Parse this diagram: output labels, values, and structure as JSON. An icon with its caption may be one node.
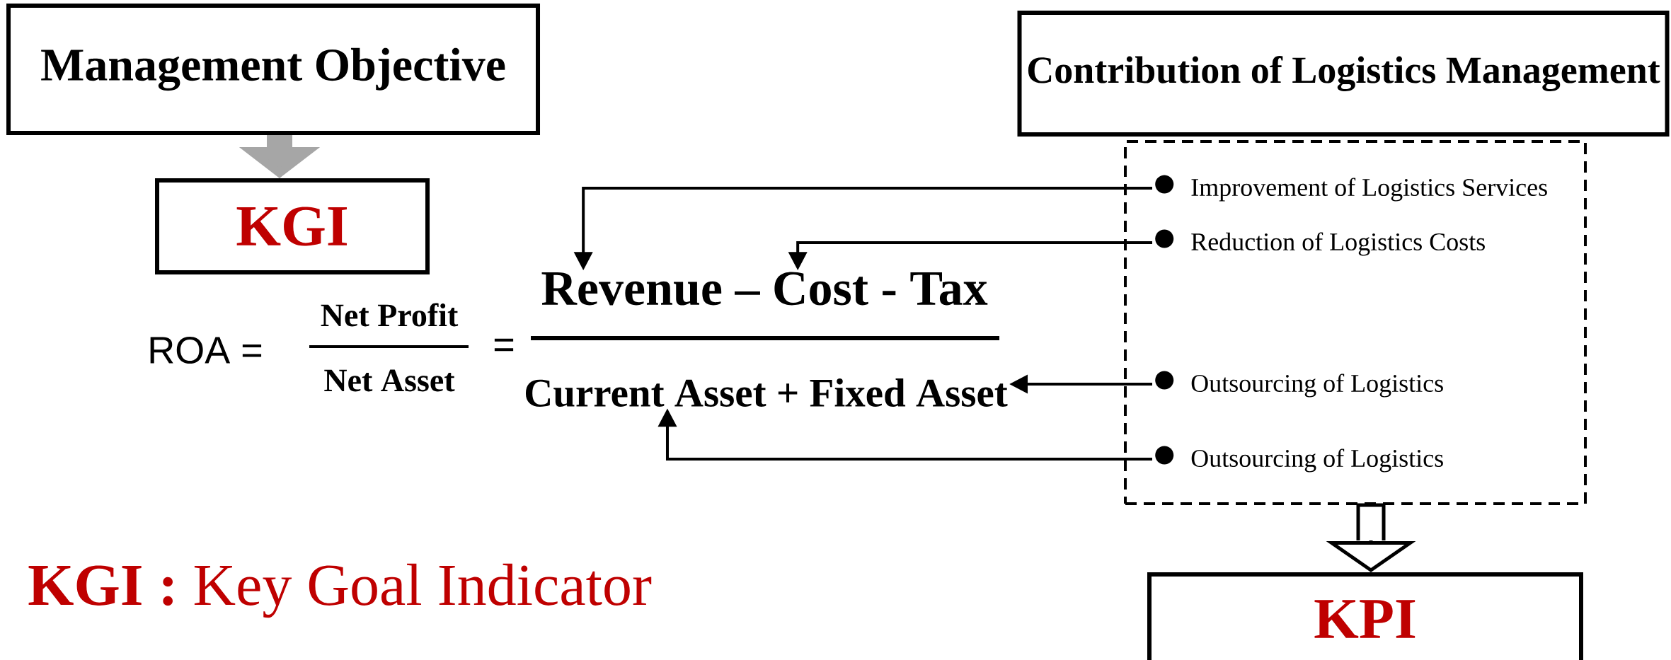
{
  "diagram": {
    "nodes": [
      {
        "text": [
          "Management Objective"
        ]
      },
      {
        "text": [
          "KGI"
        ]
      },
      {
        "text": [
          "Contribution of Logistics Management"
        ]
      },
      {
        "text": [],
        "shape": "box"
      },
      {
        "text": [
          "Improvement of Logistics Services"
        ],
        "in": 3
      },
      {
        "text": [
          "Reduction of Logistics Costs"
        ],
        "in": 3
      },
      {
        "text": [
          "Outsourcing of Logistics"
        ],
        "in": 3
      },
      {
        "text": [
          "Outsourcing of Logistics"
        ],
        "in": 3
      },
      {
        "text": [
          "Revenue – Cost - Tax"
        ]
      },
      {
        "text": [
          "Current Asset + Fixed Asset"
        ]
      },
      {
        "text": [
          "KPI"
        ]
      }
    ],
    "edges": [
      {
        "from": 0,
        "to": 1,
        "arrow": "to",
        "style": "thick",
        "color": "#a6a6a6"
      },
      {
        "from": 4,
        "to": 8,
        "arrow": "to"
      },
      {
        "from": 5,
        "to": 8,
        "arrow": "to"
      },
      {
        "from": 6,
        "to": 9,
        "arrow": "to"
      },
      {
        "from": 7,
        "to": 9,
        "arrow": "to"
      },
      {
        "from": 3,
        "to": 10,
        "arrow": "to"
      }
    ],
    "labels": [
      "ROA =",
      "Net Profit",
      "Net Asset",
      "=",
      "**KGI :** Key Goal Indicator"
    ]
  }
}
